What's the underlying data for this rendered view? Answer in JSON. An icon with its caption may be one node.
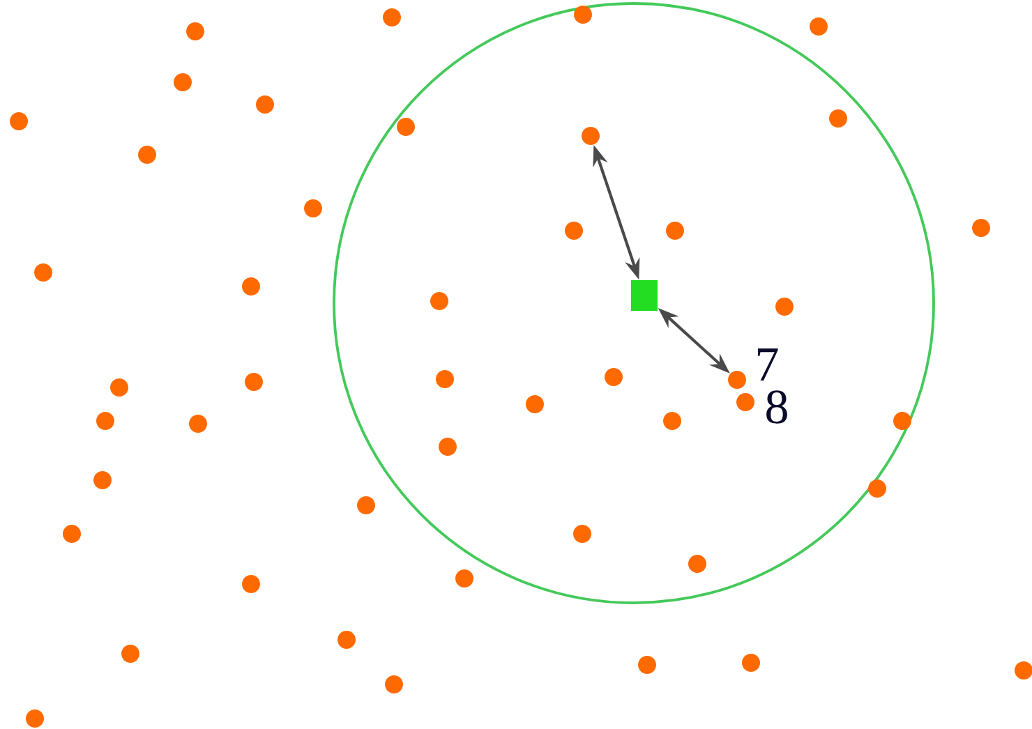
{
  "diagram": {
    "nodes": [
      {
        "text": [],
        "shape": "circle"
      },
      {
        "text": [],
        "shape": "circle"
      },
      {
        "text": [],
        "shape": "circle"
      },
      {
        "text": [],
        "shape": "circle"
      },
      {
        "text": [],
        "shape": "circle"
      },
      {
        "text": [],
        "shape": "circle"
      },
      {
        "text": [],
        "shape": "circle"
      },
      {
        "text": [],
        "shape": "circle"
      },
      {
        "text": [],
        "shape": "circle"
      },
      {
        "text": [],
        "shape": "circle"
      },
      {
        "text": [],
        "shape": "circle"
      },
      {
        "text": [],
        "shape": "circle"
      },
      {
        "text": [],
        "shape": "circle"
      },
      {
        "text": [],
        "shape": "circle"
      },
      {
        "text": [],
        "shape": "circle"
      },
      {
        "text": [],
        "shape": "circle"
      },
      {
        "text": [],
        "shape": "circle"
      },
      {
        "text": [],
        "shape": "circle"
      },
      {
        "text": [],
        "shape": "circle"
      },
      {
        "text": [],
        "shape": "circle"
      },
      {
        "text": [],
        "shape": "circle"
      },
      {
        "text": [],
        "shape": "circle",
        "beside": [
          "7"
        ]
      },
      {
        "text": [],
        "shape": "circle"
      },
      {
        "text": [],
        "shape": "circle"
      },
      {
        "text": [],
        "shape": "circle",
        "beside": [
          "8"
        ]
      },
      {
        "text": [],
        "shape": "circle"
      },
      {
        "text": [],
        "shape": "circle"
      },
      {
        "text": [],
        "shape": "circle"
      },
      {
        "text": [],
        "shape": "circle"
      },
      {
        "text": [],
        "shape": "circle"
      },
      {
        "text": [],
        "shape": "circle"
      },
      {
        "text": [],
        "shape": "circle"
      },
      {
        "text": [],
        "shape": "circle"
      },
      {
        "text": [],
        "shape": "circle"
      },
      {
        "text": [],
        "shape": "circle"
      },
      {
        "text": [],
        "shape": "circle"
      },
      {
        "text": [],
        "shape": "circle"
      },
      {
        "text": [],
        "shape": "circle"
      },
      {
        "text": [],
        "shape": "circle"
      },
      {
        "text": [],
        "shape": "circle"
      },
      {
        "text": [],
        "shape": "circle"
      },
      {
        "text": [],
        "shape": "circle"
      },
      {
        "text": [],
        "shape": "circle"
      },
      {
        "text": [],
        "shape": "circle"
      },
      {
        "text": [],
        "shape": "circle"
      },
      {
        "text": [],
        "shape": "circle"
      },
      {
        "text": [],
        "shape": "box"
      }
    ],
    "edges": [
      {
        "from": 46,
        "to": 9,
        "arrow": "both"
      },
      {
        "from": 46,
        "to": 21,
        "arrow": "both"
      }
    ]
  }
}
